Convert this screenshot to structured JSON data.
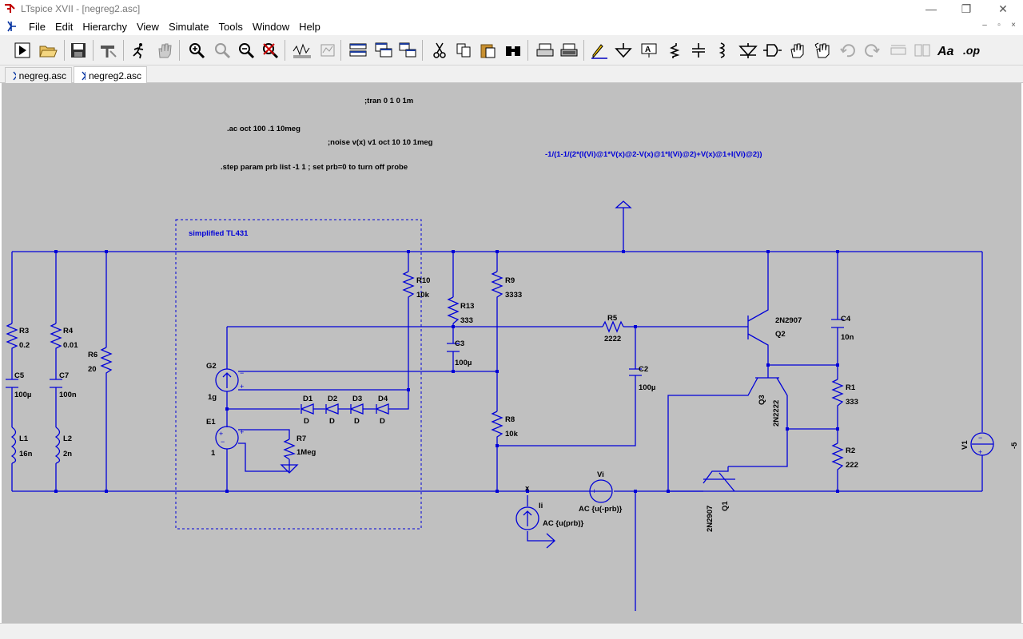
{
  "window": {
    "title": "LTspice XVII - [negreg2.asc]",
    "minimize": "—",
    "maximize": "❐",
    "close": "✕"
  },
  "menu": [
    "File",
    "Edit",
    "Hierarchy",
    "View",
    "Simulate",
    "Tools",
    "Window",
    "Help"
  ],
  "mdi": [
    "–",
    "▫",
    "×"
  ],
  "tabs": [
    {
      "label": "negreg.asc",
      "active": false
    },
    {
      "label": "negreg2.asc",
      "active": true
    }
  ],
  "colors": {
    "wire": "#0000d8",
    "canvas": "#c0c0c0",
    "text": "#000080"
  },
  "schematic": {
    "directives": {
      "tran": ";tran 0 1 0 1m",
      "ac": ".ac oct 100 .1 10meg",
      "noise": ";noise v(x) v1 oct 10 10 1meg",
      "step": ".step param prb list -1 1 ; set prb=0 to turn off probe",
      "expr": "-1/(1-1/(2*(I(Vi)@1*V(x)@2-V(x)@1*I(Vi)@2)+V(x)@1+I(Vi)@2))"
    },
    "box_label": "simplified TL431",
    "components": {
      "R3": {
        "name": "R3",
        "value": "0.2"
      },
      "R4": {
        "name": "R4",
        "value": "0.01"
      },
      "R6": {
        "name": "R6",
        "value": "20"
      },
      "C5": {
        "name": "C5",
        "value": "100µ"
      },
      "C7": {
        "name": "C7",
        "value": "100n"
      },
      "L1": {
        "name": "L1",
        "value": "16n"
      },
      "L2": {
        "name": "L2",
        "value": "2n"
      },
      "G2": {
        "name": "G2",
        "value": "1g"
      },
      "E1": {
        "name": "E1",
        "value": "1"
      },
      "R7": {
        "name": "R7",
        "value": "1Meg"
      },
      "R10": {
        "name": "R10",
        "value": "10k"
      },
      "R13": {
        "name": "R13",
        "value": "333"
      },
      "C3": {
        "name": "C3",
        "value": "100µ"
      },
      "R9": {
        "name": "R9",
        "value": "3333"
      },
      "R8": {
        "name": "R8",
        "value": "10k"
      },
      "R5": {
        "name": "R5",
        "value": "2222"
      },
      "C2": {
        "name": "C2",
        "value": "100µ"
      },
      "Q2": {
        "name": "Q2",
        "value": "2N2907"
      },
      "Q3": {
        "name": "Q3",
        "value": "2N2222"
      },
      "Q1": {
        "name": "Q1",
        "value": "2N2907"
      },
      "C4": {
        "name": "C4",
        "value": "10n"
      },
      "R1": {
        "name": "R1",
        "value": "333"
      },
      "R2": {
        "name": "R2",
        "value": "222"
      },
      "V1": {
        "name": "V1",
        "value": "-5"
      },
      "Vi": {
        "name": "Vi",
        "value": "AC {u(-prb)}"
      },
      "Ii": {
        "name": "Ii",
        "value": "AC {u(prb)}"
      }
    },
    "diodes": [
      {
        "name": "D1",
        "model": "D"
      },
      {
        "name": "D2",
        "model": "D"
      },
      {
        "name": "D3",
        "model": "D"
      },
      {
        "name": "D4",
        "model": "D"
      }
    ],
    "net_x": "x"
  }
}
